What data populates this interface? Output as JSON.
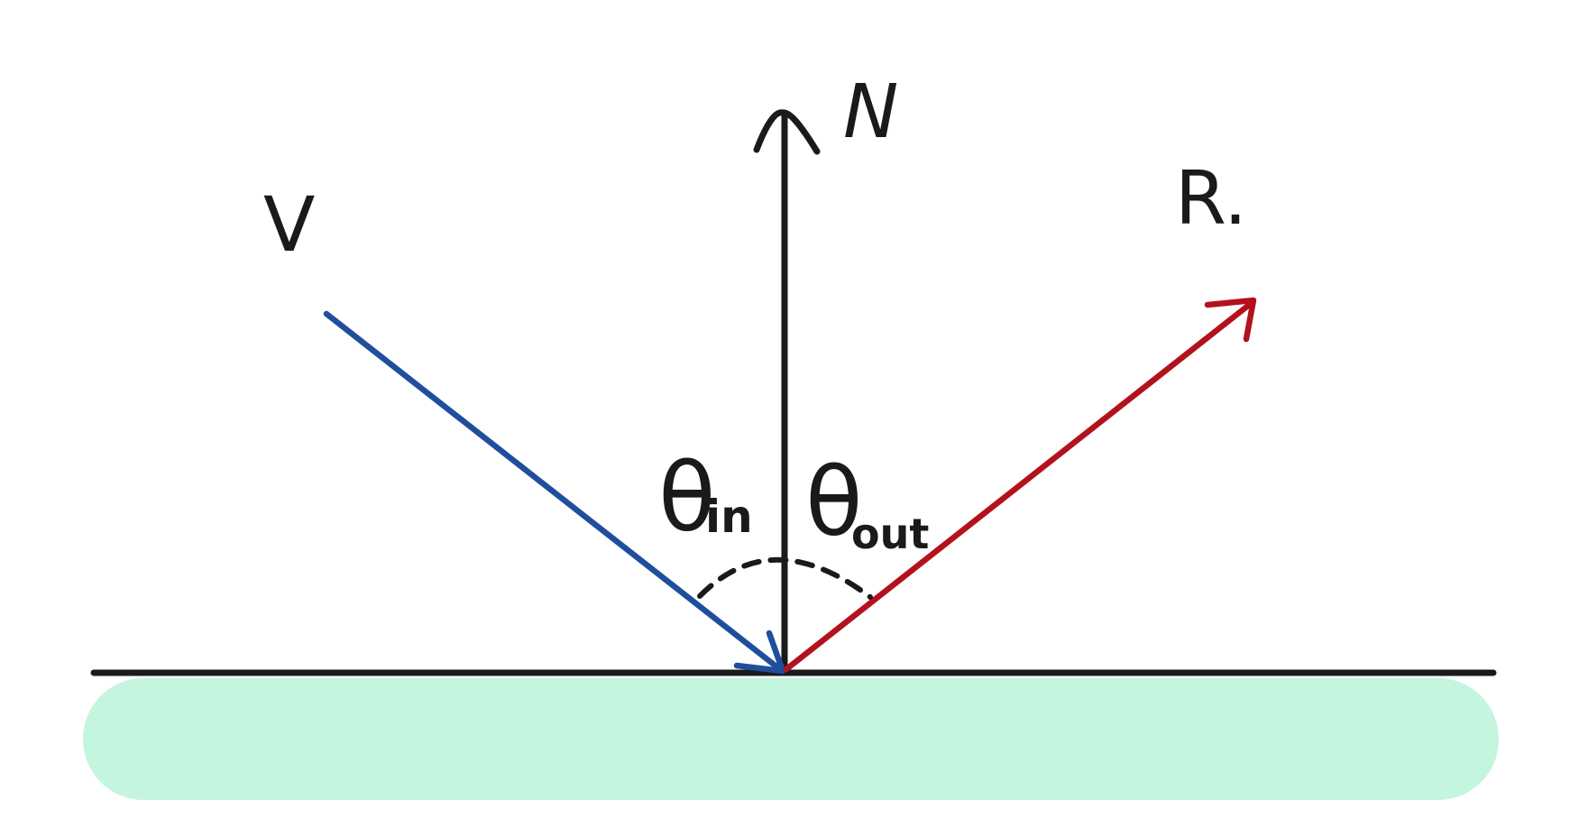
{
  "labels": {
    "incident": "V",
    "normal": "N",
    "reflected": "R.",
    "theta_in_symbol": "θ",
    "theta_in_subscript": "in",
    "theta_out_symbol": "θ",
    "theta_out_subscript": "out"
  },
  "colors": {
    "incident_vector": "#1f4f9c",
    "reflected_vector": "#b3121c",
    "normal_vector": "#1a1a1a",
    "surface_line": "#1a1a1a",
    "surface_fill": "#c3f5df",
    "angle_arc": "#1a1a1a"
  },
  "elements": {
    "incident_vector": "blue arrow pointing down toward the surface",
    "normal_vector": "black arrow pointing up",
    "reflected_vector": "red arrow pointing up away from the surface",
    "angle_arc": "dashed arc",
    "surface": "flat surface"
  }
}
